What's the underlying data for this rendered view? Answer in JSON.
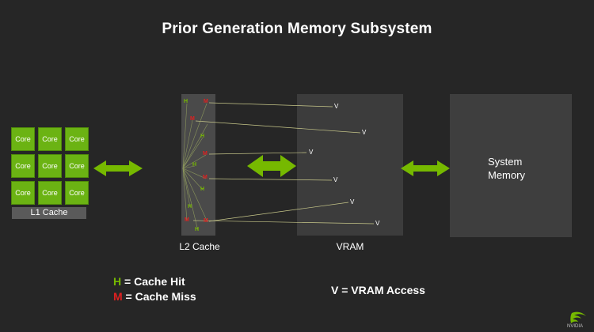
{
  "title": "Prior Generation Memory Subsystem",
  "cores": [
    "Core",
    "Core",
    "Core",
    "Core",
    "Core",
    "Core",
    "Core",
    "Core",
    "Core"
  ],
  "labels": {
    "l1_cache": "L1 Cache",
    "l2_cache": "L2 Cache",
    "vram": "VRAM",
    "system_memory_line1": "System",
    "system_memory_line2": "Memory"
  },
  "legend": {
    "hit_letter": "H",
    "hit_text": " = Cache Hit",
    "miss_letter": "M",
    "miss_text": " = Cache Miss",
    "vram_access": "V = VRAM Access"
  },
  "markers": {
    "hit": "H",
    "miss": "M",
    "vram": "V"
  },
  "colors": {
    "green": "#76b900",
    "red": "#e02020",
    "background": "#262626"
  },
  "logo_text": "NVIDIA"
}
